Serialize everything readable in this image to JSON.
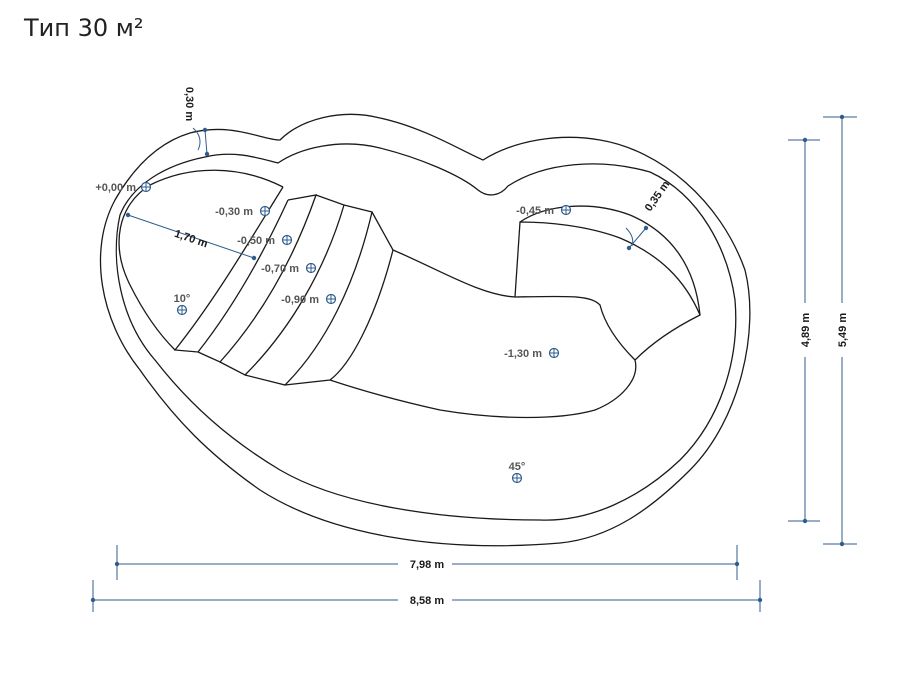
{
  "title": "Тип 30 м²",
  "dimensions": {
    "width_inner": "7,98 m",
    "width_outer": "8,58 m",
    "height_inner": "4,89 m",
    "height_outer": "5,49 m",
    "rim": "0,30 m",
    "ledge": "0,35 m",
    "step_length": "1,70 m"
  },
  "depth_labels": {
    "d0": "+0,00 m",
    "d1": "-0,30 m",
    "d2": "-0,50 m",
    "d3": "-0,70 m",
    "d4": "-0,90 m",
    "d5": "-0,45 m",
    "d6": "-1,30 m",
    "a1": "10°",
    "a2": "45°"
  }
}
